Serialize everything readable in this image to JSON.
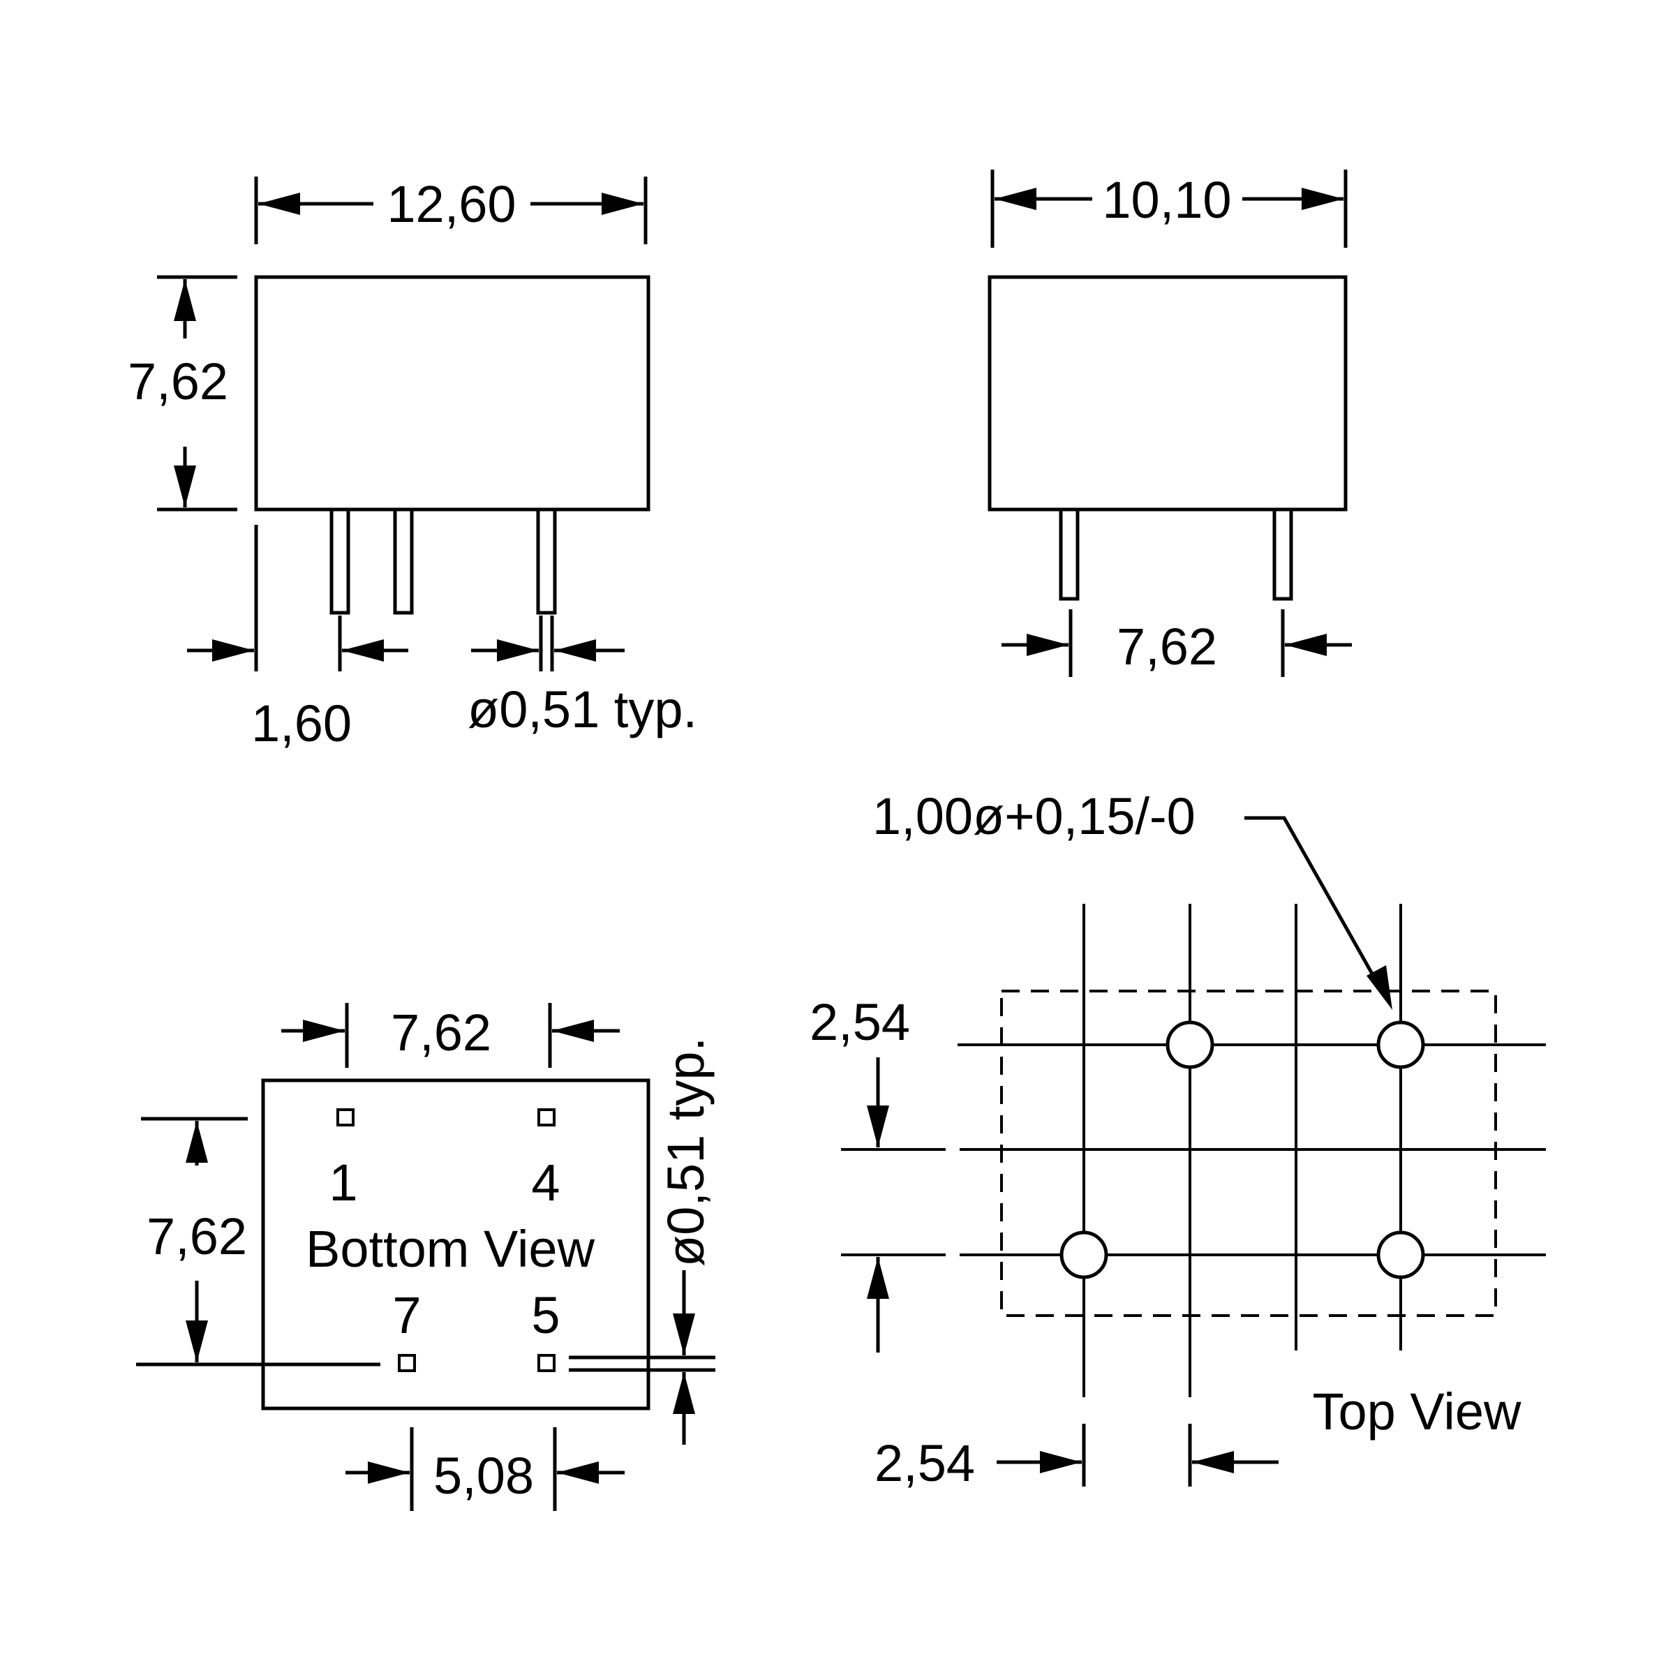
{
  "side_view": {
    "width_label": "12,60",
    "height_label": "7,62",
    "pin_pitch_label": "1,60",
    "pin_diameter_label": "ø0,51 typ."
  },
  "end_view": {
    "width_label": "10,10",
    "pin_spacing_label": "7,62"
  },
  "bottom_view": {
    "top_spacing_label": "7,62",
    "height_label": "7,62",
    "bottom_spacing_label": "5,08",
    "pin_diameter_label": "ø0,51 typ.",
    "title": "Bottom View",
    "pins": [
      "1",
      "4",
      "7",
      "5"
    ]
  },
  "top_view": {
    "hole_label": "1,00ø+0,15/-0",
    "grid_vertical_label": "2,54",
    "grid_horizontal_label": "2,54",
    "title": "Top View"
  }
}
